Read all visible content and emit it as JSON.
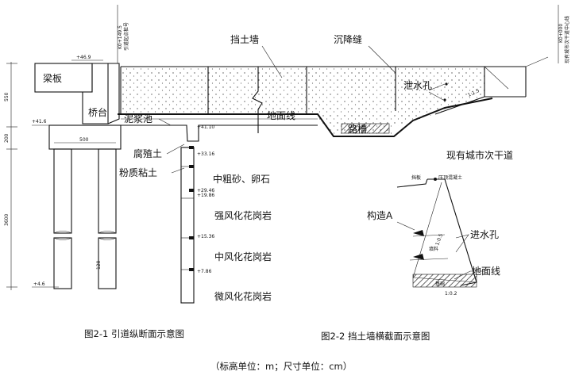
{
  "longitudinal": {
    "station_left": "K0+149.5",
    "station_left_desc": "引道起点桩号",
    "station_right": "K0+000",
    "station_right_desc": "现有城市次干道中心线",
    "elev_top": "+46.9",
    "elev_mid": "+41.6",
    "elev_bottom": "+4.6",
    "dim_550": "550",
    "dim_200": "200",
    "dim_3600": "3600",
    "dim_500": "500",
    "dim_120": "120",
    "slope_ratio": "1:1.5",
    "labels": {
      "beam_slab": "梁板",
      "abutment": "桥台",
      "mud_pit": "泥浆池",
      "retaining_wall": "挡土墙",
      "settlement_joint": "沉降缝",
      "weep_hole": "泄水孔",
      "ground_line": "地面线",
      "road_bed": "路槽",
      "arterial_road": "现有城市次干道",
      "humus_soil": "腐殖土",
      "silty_clay": "粉质粘土",
      "medium_coarse_sand": "中粗砂、卵石",
      "strong_weathered": "强风化花岗岩",
      "medium_weathered": "中风化花岗岩",
      "slight_weathered": "微风化花岗岩"
    },
    "borehole_elevs": [
      "+41.10",
      "+33.16",
      "+29.46",
      "+19.86",
      "+15.36",
      "+7.86"
    ]
  },
  "cross_section": {
    "top_labels": [
      "挡板",
      "压顶混凝土"
    ],
    "structure_a": "构造A",
    "inlet_hole": "进水孔",
    "ground_line": "地面线",
    "filler": "填料",
    "slope_ratio": "1:0.5",
    "base_slope": "1:0.2",
    "base_label": "基础"
  },
  "captions": {
    "fig1": "图2-1 引道纵断面示意图",
    "fig2": "图2-2 挡土墙横截面示意图",
    "units": "（标高单位：m；尺寸单位：cm）"
  }
}
